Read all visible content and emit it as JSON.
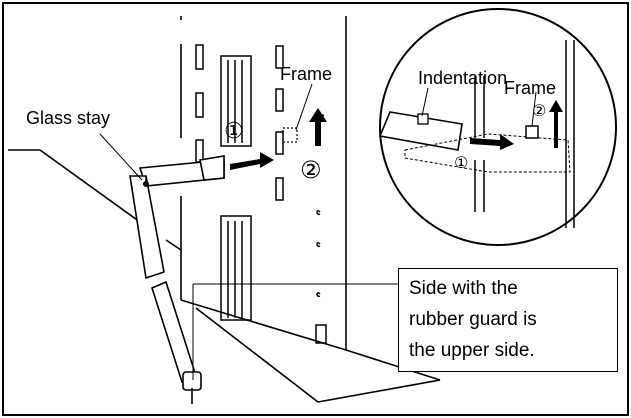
{
  "labels": {
    "glass_stay": "Glass stay",
    "frame_main": "Frame",
    "indentation": "Indentation",
    "frame_detail": "Frame"
  },
  "steps": {
    "step1": "①",
    "step2": "②",
    "detail_step1": "①",
    "detail_step2": "②"
  },
  "note": {
    "lines": [
      "Side with the",
      "rubber guard is",
      "the upper side."
    ]
  }
}
